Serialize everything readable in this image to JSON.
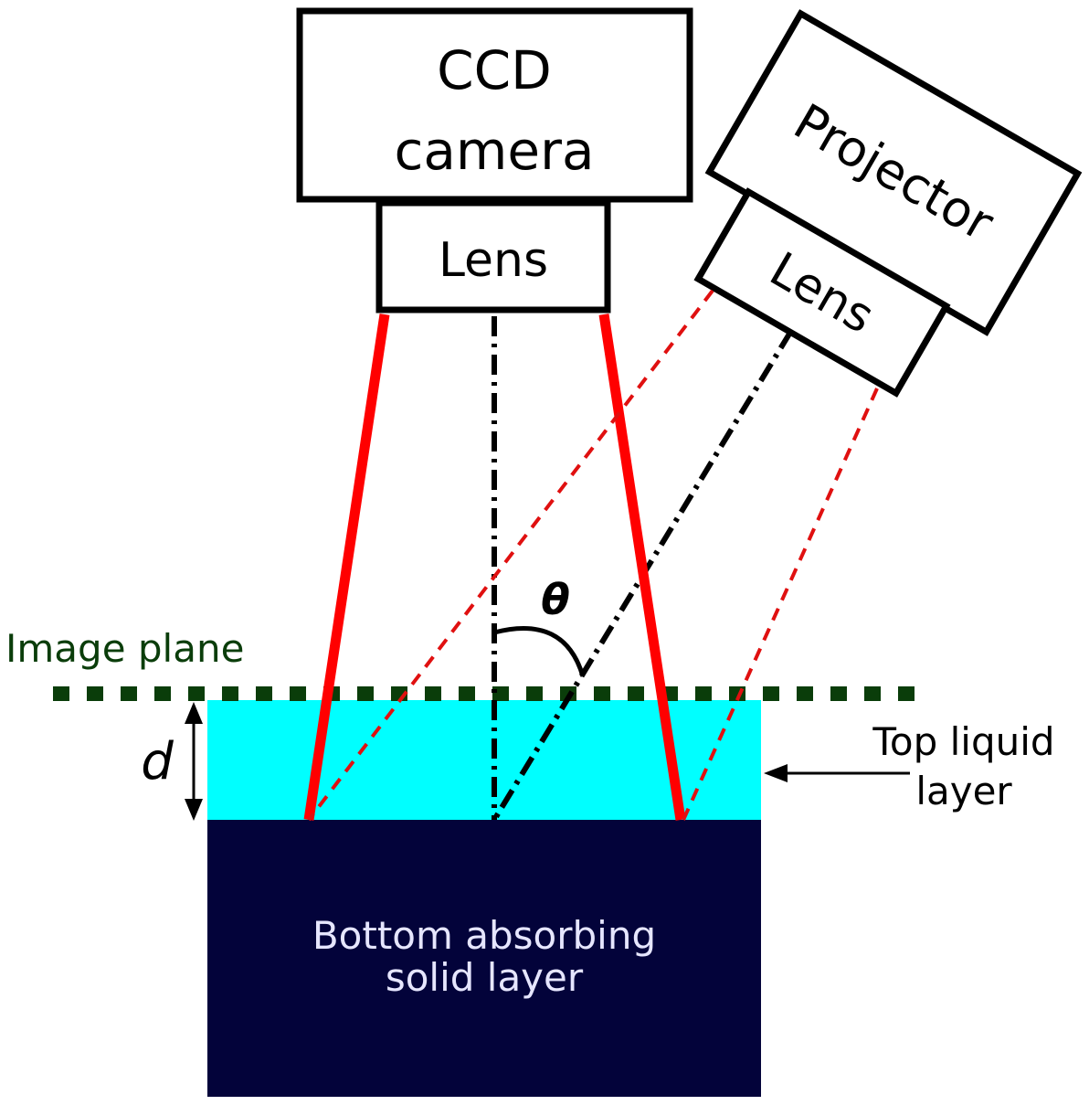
{
  "camera": {
    "title_line1": "CCD",
    "title_line2": "camera",
    "lens_label": "Lens"
  },
  "projector": {
    "title": "Projector",
    "lens_label": "Lens"
  },
  "image_plane_label": "Image plane",
  "angle_label": "θ",
  "thickness_label": "d",
  "top_layer": {
    "line1": "Top liquid",
    "line2": "layer"
  },
  "bottom_layer": {
    "line1": "Bottom absorbing",
    "line2": "solid layer"
  },
  "colors": {
    "liquid": "#00ffff",
    "solid": "#03033a",
    "ray": "#ff0000",
    "dashed_ray": "#e01010",
    "image_plane": "#0a3d0a",
    "solid_text": "#e6e6ff"
  }
}
